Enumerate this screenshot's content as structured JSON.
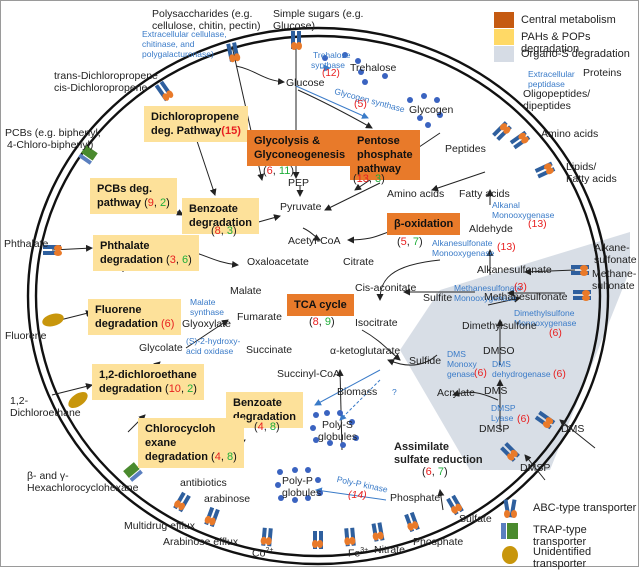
{
  "legend": {
    "categories": [
      {
        "label": "Central metabolism",
        "color": "#c55a11"
      },
      {
        "label": "PAHs & POPs degradation",
        "color": "#ffd966"
      },
      {
        "label": "Organo-S degradation",
        "color": "#d6dce5"
      }
    ],
    "transporters": [
      {
        "label": "ABC-type transporter"
      },
      {
        "label": "TRAP-type transporter"
      },
      {
        "label": "Unidentified transporter"
      }
    ]
  },
  "external": {
    "polysaccharides": "Polysaccharides (e.g.",
    "polysaccharides2": "cellulose, chitin, pectin)",
    "simple_sugars": "Simple sugars (e.g.",
    "simple_sugars2": "Glucose)",
    "dichloropropene1": "trans-Dichloropropene",
    "dichloropropene2": "cis-Dichloropropene",
    "pcbs1": "PCBs (e.g. biphenyl,",
    "pcbs2": "4-Chloro-biphenyl)",
    "phthalate": "Phthalate",
    "fluorene": "Fluorene",
    "dce1": "1,2-",
    "dce2": "Dichloroethane",
    "hch1": "β- and γ-",
    "hch2": "Hexachlorocyclohexane",
    "multidrug": "Multidrug efflux",
    "arabinose_efflux": "Arabinose efflux",
    "co": "Co",
    "co_sup": "2+",
    "fe": "Fe",
    "fe_sup": "3+",
    "nitrate": "Nitrate",
    "phosphate_out": "Phosphate",
    "sulfate": "Sulfate",
    "dmsp_out": "DMSP",
    "dms_out": "DMS",
    "methanesulfonate1": "Methane-",
    "methanesulfonate2": "sulfonate",
    "alkanesulfonate1": "Alkane-",
    "alkanesulfonate2": "sulfonate",
    "lipids1": "Lipids/",
    "lipids2": "Fatty acids",
    "amino_acids_out": "Amino acids",
    "oligopeptides1": "Oligopeptides/",
    "oligopeptides2": "dipeptides",
    "proteins": "Proteins"
  },
  "enzymes": {
    "extracellular_cellulase1": "Extracellular cellulase,",
    "extracellular_cellulase2": "chitinase, and",
    "extracellular_cellulase3": "polygalacturonase)",
    "trehalose_synthase1": "Trehalose",
    "trehalose_synthase2": "synthase",
    "glycogen_synthase": "Glycogen synthase",
    "extracellular_peptidase1": "Extracellular",
    "extracellular_peptidase2": "peptidase",
    "alkanal_mono1": "Alkanal",
    "alkanal_mono2": "Monooxygenase",
    "alkanesulfonate_mono1": "Alkanesulfonate",
    "alkanesulfonate_mono2": "Monooxygenase",
    "methanesulfonate_mono1": "Methanesulfonate",
    "methanesulfonate_mono2": "Monooxygenase",
    "dimethylsulfone_mono1": "Dimethylsulfone",
    "dimethylsulfone_mono2": "Monooxygenase",
    "dms_mono1": "DMS",
    "dms_mono2": "Monoxy",
    "dms_mono3": "genase",
    "dms_dehydrogenase1": "DMS",
    "dms_dehydrogenase2": "dehydrogenase",
    "dmsp_lyase1": "DMSP",
    "dmsp_lyase2": "Lyase",
    "malate_synthase1": "Malate",
    "malate_synthase2": "synthase",
    "hydroxy_acid_oxidase1": "(S)-2-hydroxy-",
    "hydroxy_acid_oxidase2": "acid oxidase",
    "polyp_kinase": "Poly-P kinase",
    "question": "?"
  },
  "counts": {
    "trehalose": "(12)",
    "glycogen": "(5)",
    "alkanal": "(13)",
    "alkanesulfonate": "(13)",
    "methanesulfonate": "(3)",
    "dimethylsulfone": "(6)",
    "dms_mono": "(6)",
    "dms_dehydrogenase": "(6)",
    "dmsp_lyase": "(6)",
    "polyp": "(14)"
  },
  "metabolites": {
    "glucose": "Glucose",
    "trehalose": "Trehalose",
    "glycogen": "Glycogen",
    "pep": "PEP",
    "pyruvate": "Pyruvate",
    "acetyl_coa": "Acetyl-CoA",
    "oxaloacetate": "Oxaloacetate",
    "citrate": "Citrate",
    "cis_aconitate": "Cis-aconitate",
    "isocitrate": "Isocitrate",
    "a_ketoglutarate": "α-ketoglutarate",
    "succinyl_coa": "Succinyl-CoA",
    "succinate": "Succinate",
    "fumarate": "Fumarate",
    "malate": "Malate",
    "glyoxylate": "Glyoxylate",
    "glycolate": "Glycolate",
    "peptides": "Peptides",
    "amino_acids_in": "Amino acids",
    "fatty_acids": "Fatty acids",
    "aldehyde": "Aldehyde",
    "alkanesulfonate_in": "Alkanesulfonate",
    "methanesulfonate_in": "Methanesulfonate",
    "sulfite": "Sulfite",
    "dimethylsulfone": "Dimethylsulfone",
    "dmso": "DMSO",
    "sulfide": "Sulfide",
    "dms_in": "DMS",
    "acrylate": "Acrylate",
    "dmsp_in": "DMSP",
    "biomass": "Biomass",
    "polys1": "Poly-S",
    "polys2": "globules",
    "polyp1": "Poly-P",
    "polyp2": "globules",
    "phosphate_in": "Phosphate",
    "antibiotics": "antibiotics",
    "arabinose": "arabinose"
  },
  "pathways": {
    "dichloropropene": {
      "l1": "Dichloropropene",
      "l2": "deg. Pathway",
      "n1": "(15)"
    },
    "glycolysis": {
      "l1": "Glycolysis &",
      "l2": "Glyconeogenesis",
      "a": "6",
      "b": "11"
    },
    "pentose": {
      "l1": "Pentose",
      "l2": "phosphate",
      "l3": "pathway",
      "a": "13",
      "b": "3"
    },
    "pcbs": {
      "l1": "PCBs deg.",
      "l2": "pathway",
      "a": "9",
      "b": "2"
    },
    "benzoate1": {
      "l1": "Benzoate",
      "l2": "degradation",
      "a": "8",
      "b": "3"
    },
    "phthalate": {
      "l1": "Phthalate",
      "l2": "degradation",
      "a": "3",
      "b": "6"
    },
    "fluorene": {
      "l1": "Fluorene",
      "l2": "degradation",
      "n1": "(6)"
    },
    "dce": {
      "l1": "1,2-dichloroethane",
      "l2": "degradation",
      "a": "10",
      "b": "2"
    },
    "benzoate2": {
      "l1": "Benzoate",
      "l2": "degradation",
      "a": "4",
      "b": "8"
    },
    "chlorocyclohexane": {
      "l1": "Chlorocycloh",
      "l2": "exane",
      "l3": "degradation",
      "a": "4",
      "b": "8"
    },
    "beta_oxidation": {
      "l1": "β-oxidation",
      "a": "5",
      "b": "7"
    },
    "tca": {
      "l1": "TCA cycle",
      "a": "8",
      "b": "9"
    },
    "sulfate_reduction": {
      "l1": "Assimilate",
      "l2": "sulfate reduction",
      "a": "6",
      "b": "7"
    }
  }
}
